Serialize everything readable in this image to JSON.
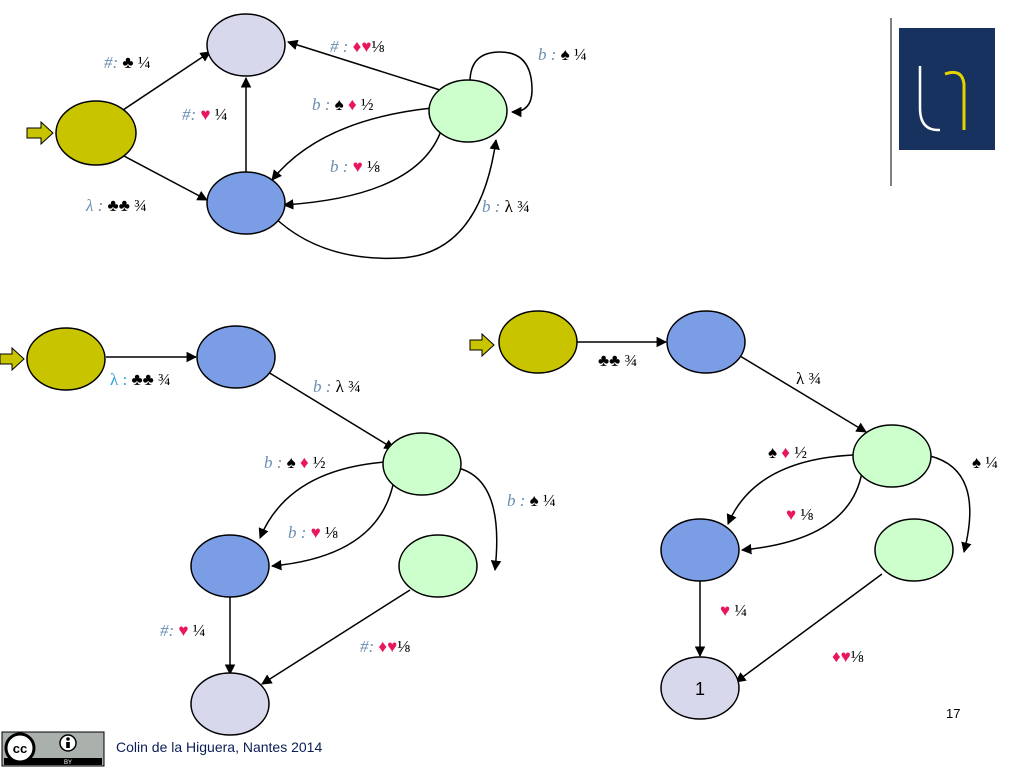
{
  "colors": {
    "initial_state": "#c8c400",
    "blue_state": "#7b9de6",
    "green_state": "#ccffcc",
    "lavender_state": "#d8d8ec",
    "label_blue": "#6b8fb3",
    "symbol_red": "#e8175d",
    "logo_bg": "#17325f",
    "logo_gold": "#e5d300"
  },
  "diagram1": {
    "edges": {
      "init_to_final": {
        "sym": "#",
        "sep": ":",
        "suit": "♣",
        "prob": "¼"
      },
      "init_to_blue": {
        "sym": "λ",
        "sep": ":",
        "suit": "♣♣",
        "prob": "¾"
      },
      "blue_to_final": {
        "sym": "#",
        "sep": ":",
        "suit": "♥",
        "prob": "¼"
      },
      "green_to_final": {
        "sym": "#",
        "sep": " :",
        "suit": "♦♥",
        "prob": "⅛"
      },
      "green_loop": {
        "sym": "b",
        "sep": " :",
        "suit": "♠",
        "prob": "¼"
      },
      "green_to_blue_outer": {
        "sym": "b",
        "sep": " :",
        "suit1": "♠",
        "suit2": "♦",
        "prob": "½"
      },
      "green_to_blue_inner": {
        "sym": "b",
        "sep": " :",
        "suit": "♥",
        "prob": "⅛"
      },
      "blue_to_green": {
        "sym": "b",
        "sep": " :",
        "out": "λ",
        "prob": "¾"
      }
    }
  },
  "diagram2": {
    "edges": {
      "init_to_blue": {
        "sym": "λ",
        "sep": " :",
        "suit": "♣♣",
        "prob": "¾"
      },
      "blue_to_green": {
        "sym": "b",
        "sep": " :",
        "out": "λ",
        "prob": "¾"
      },
      "green_to_blue_outer": {
        "sym": "b",
        "sep": " :",
        "suit1": "♠",
        "suit2": "♦",
        "prob": "½"
      },
      "green_to_blue_inner": {
        "sym": "b",
        "sep": " :",
        "suit": "♥",
        "prob": "⅛"
      },
      "green_to_green2": {
        "sym": "b",
        "sep": " :",
        "suit": "♠",
        "prob": "¼"
      },
      "blue_to_final": {
        "sym": "#",
        "sep": ":",
        "suit": "♥",
        "prob": "¼"
      },
      "green2_to_final": {
        "sym": "#",
        "sep": ":",
        "suit": "♦♥",
        "prob": "⅛"
      }
    }
  },
  "diagram3": {
    "final_label": "1",
    "edges": {
      "init_to_blue": {
        "suit": "♣♣",
        "prob": "¾"
      },
      "blue_to_green": {
        "out": "λ",
        "prob": "¾"
      },
      "green_to_blue_outer": {
        "suit1": "♠",
        "suit2": "♦",
        "prob": "½"
      },
      "green_to_blue_inner": {
        "suit": "♥",
        "prob": "⅛"
      },
      "green_to_green2": {
        "suit": "♠",
        "prob": "¼"
      },
      "blue_to_final": {
        "suit": "♥",
        "prob": "¼"
      },
      "green2_to_final": {
        "suit": "♦♥",
        "prob": "⅛"
      }
    }
  },
  "page_number": "17",
  "footer": {
    "credit": "Colin de la Higuera, Nantes 2014",
    "cc_badge": "cc",
    "by_badge": "BY"
  }
}
